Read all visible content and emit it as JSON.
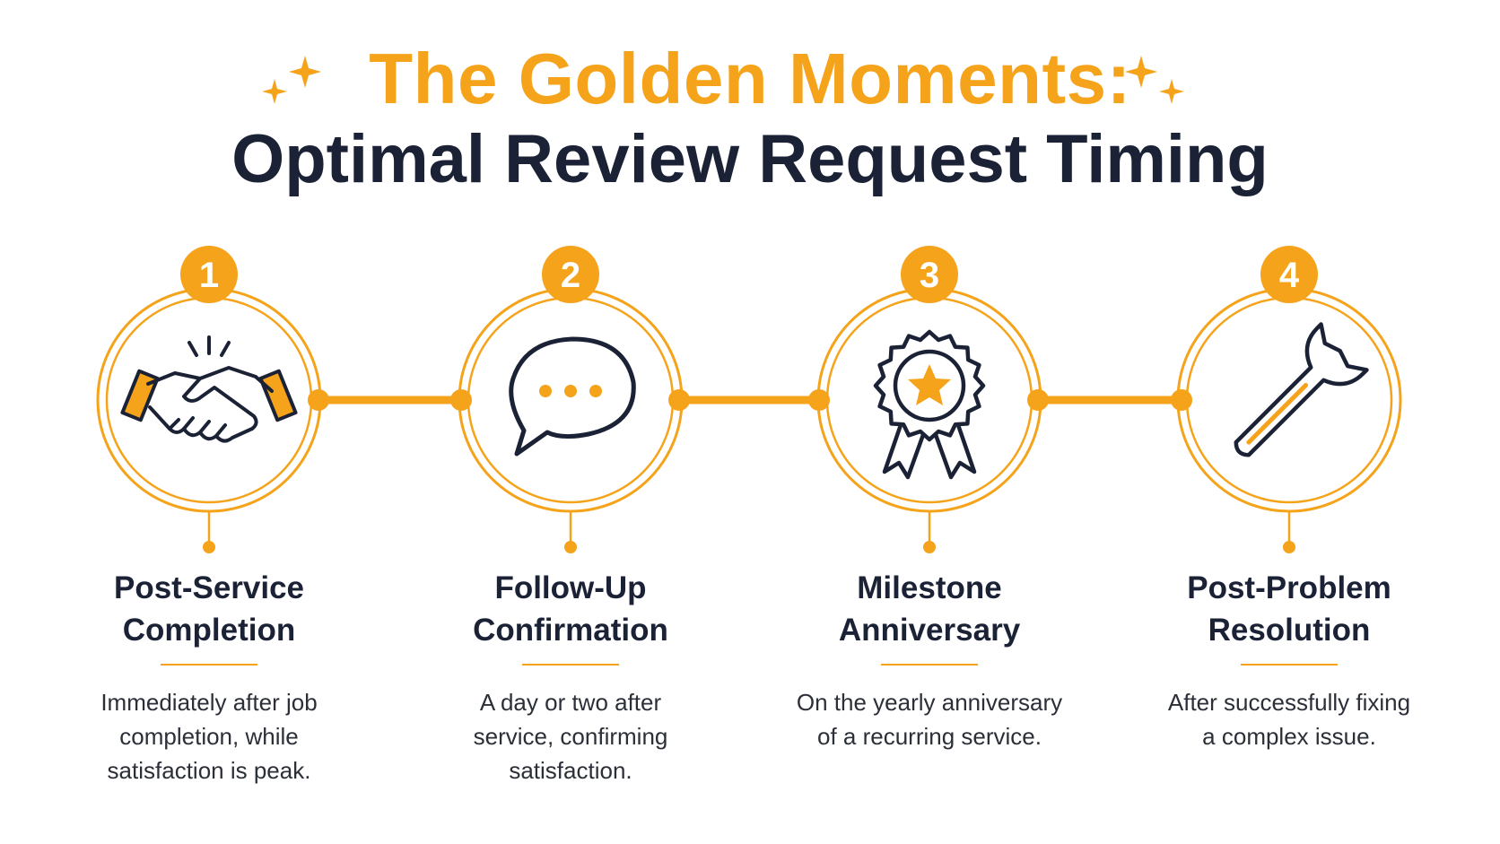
{
  "title": {
    "line1": "The Golden Moments:",
    "line2": "Optimal Review Request Timing"
  },
  "colors": {
    "accent": "#F5A31A",
    "dark": "#1B2236",
    "text": "#2B2F38",
    "background": "#FFFFFF"
  },
  "steps": [
    {
      "number": "1",
      "icon": "handshake-icon",
      "title_lines": [
        "Post-Service",
        "Completion"
      ],
      "desc_lines": [
        "Immediately after job",
        "completion, while",
        "satisfaction is peak."
      ]
    },
    {
      "number": "2",
      "icon": "chat-bubble-icon",
      "title_lines": [
        "Follow-Up",
        "Confirmation"
      ],
      "desc_lines": [
        "A day or two after",
        "service, confirming",
        "satisfaction."
      ]
    },
    {
      "number": "3",
      "icon": "award-ribbon-icon",
      "title_lines": [
        "Milestone",
        "Anniversary"
      ],
      "desc_lines": [
        "On the yearly anniversary",
        "of a recurring service."
      ]
    },
    {
      "number": "4",
      "icon": "wrench-icon",
      "title_lines": [
        "Post-Problem",
        "Resolution"
      ],
      "desc_lines": [
        "After successfully fixing",
        "a complex issue."
      ]
    }
  ]
}
